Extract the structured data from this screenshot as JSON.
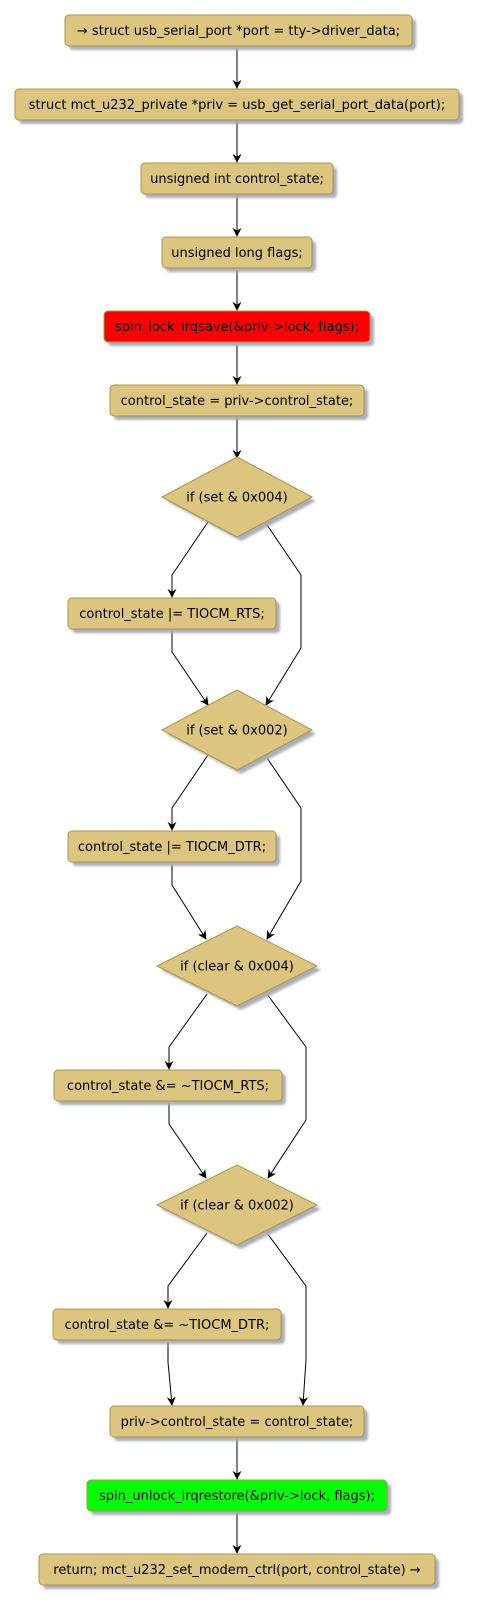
{
  "colors": {
    "node_fill": "#DCC57F",
    "node_stroke": "#A8954E",
    "shadow": "#A9ADB8",
    "lock_fill": "#FF0000",
    "unlock_fill": "#00FF00",
    "edge": "#000000"
  },
  "nodes": {
    "n1": {
      "text": "→ struct usb_serial_port *port = tty->driver_data;"
    },
    "n2": {
      "text": "struct mct_u232_private *priv = usb_get_serial_port_data(port);"
    },
    "n3": {
      "text": "unsigned int control_state;"
    },
    "n4": {
      "text": "unsigned long flags;"
    },
    "n5": {
      "text": "spin_lock_irqsave(&priv->lock, flags);"
    },
    "n6": {
      "text": "control_state = priv->control_state;"
    },
    "d1": {
      "text": "if (set & 0x004)"
    },
    "a1": {
      "text": "control_state |= TIOCM_RTS;"
    },
    "d2": {
      "text": "if (set & 0x002)"
    },
    "a2": {
      "text": "control_state |= TIOCM_DTR;"
    },
    "d3": {
      "text": "if (clear & 0x004)"
    },
    "a3": {
      "text": "control_state &= ~TIOCM_RTS;"
    },
    "d4": {
      "text": "if (clear & 0x002)"
    },
    "a4": {
      "text": "control_state &= ~TIOCM_DTR;"
    },
    "n7": {
      "text": "priv->control_state = control_state;"
    },
    "n8": {
      "text": "spin_unlock_irqrestore(&priv->lock, flags);"
    },
    "n9": {
      "text": "return; mct_u232_set_modem_ctrl(port, control_state) →"
    }
  }
}
